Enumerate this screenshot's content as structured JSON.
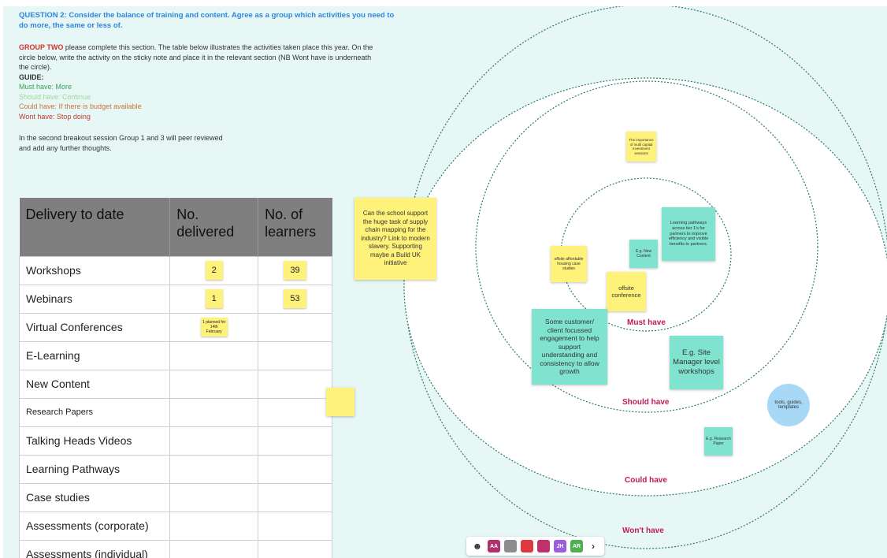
{
  "instructions": {
    "question_line1": "QUESTION 2:  Consider the balance of training and content. Agree as a group which activities you need to",
    "question_line2": "do more, the same or less of.",
    "group": "GROUP TWO",
    "body_line1": " please complete this section. The table below illustrates the activities taken place this year. On the",
    "body_line2": "circle below, write the activity on the sticky note and place it in the relevant section (NB Wont have is underneath",
    "body_line3": "the circle).",
    "guide_title": "GUIDE:",
    "guide_must": "Must have:  More",
    "guide_should": "Should have:  Continue",
    "guide_could": "Could have:  If there is budget available",
    "guide_wont": "Wont have:  Stop doing",
    "peer_line1": "In the second breakout session Group 1 and 3 will peer reviewed",
    "peer_line2": " and add any further thoughts."
  },
  "table": {
    "headers": [
      "Delivery to date",
      "No. delivered",
      "No. of learners"
    ],
    "rows": [
      {
        "name": "Workshops",
        "delivered": "2",
        "learners": "39"
      },
      {
        "name": "Webinars",
        "delivered": "1",
        "learners": "53"
      },
      {
        "name": "Virtual Conferences",
        "delivered_note": "1 planned for 14th February",
        "learners": ""
      },
      {
        "name": "E-Learning"
      },
      {
        "name": "New Content"
      },
      {
        "name": "Research Papers"
      },
      {
        "name": "Talking Heads Videos"
      },
      {
        "name": "Learning Pathways"
      },
      {
        "name": "Case studies"
      },
      {
        "name": "Assessments (corporate)"
      },
      {
        "name": "Assessments (individual)"
      }
    ]
  },
  "notes": {
    "school_support": "Can the school support the huge task of supply chain mapping for the industry? Link to modern slavery. Supporting maybe a Build UK initiative",
    "multi_capital": "The importance of multi capital investment sessions",
    "learning_pathways": "Learning pathways across tier 1's for partners to improve efficiency and visible benefits to partners.",
    "new_content": "E.g. New Content",
    "offsite_housing": "offsite affordable housing case studies",
    "offsite_conference": "offsite conference",
    "customer_engagement": "Some customer/ client focussed engagement to help support understanding and consistency to allow growth",
    "site_manager": "E.g. Site Manager level workshops",
    "research_paper": "E.g. Research Paper",
    "tools_guides": "tools, guides, templates"
  },
  "rings": {
    "must": "Must have",
    "should": "Should have",
    "could": "Could have",
    "wont": "Won't have"
  },
  "toolbar": {
    "avatars": [
      {
        "initials": "AA",
        "color": "#b0306f"
      },
      {
        "initials": "",
        "color": "#8d8d8d"
      },
      {
        "initials": "",
        "color": "#e0383e"
      },
      {
        "initials": "",
        "color": "#c0306a"
      },
      {
        "initials": "JH",
        "color": "#9c5ce0"
      },
      {
        "initials": "AR",
        "color": "#4caf50"
      }
    ]
  }
}
